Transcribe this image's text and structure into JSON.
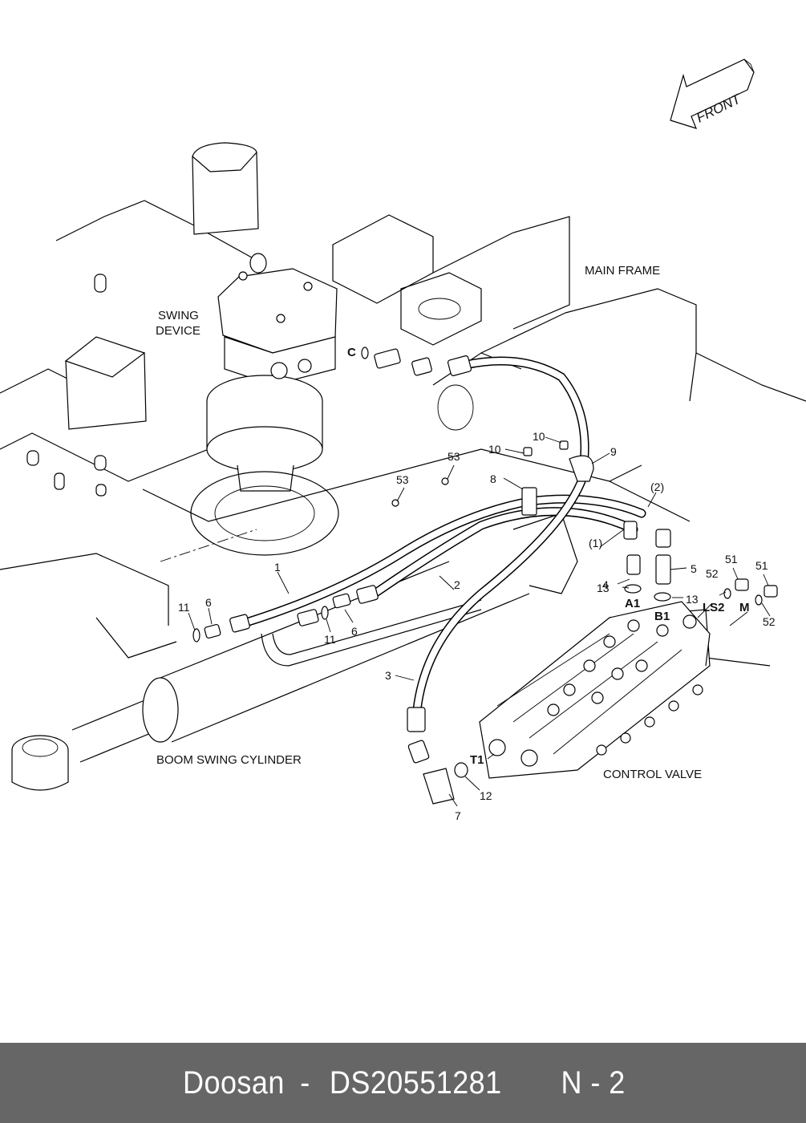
{
  "diagram": {
    "title_labels": {
      "front_arrow": "FRONT",
      "main_frame": "MAIN FRAME",
      "swing_device_line1": "SWING",
      "swing_device_line2": "DEVICE",
      "boom_swing_cylinder": "BOOM SWING CYLINDER",
      "control_valve": "CONTROL VALVE"
    },
    "port_labels": {
      "c": "C",
      "a1": "A1",
      "b1": "B1",
      "ls2": "LS2",
      "m": "M",
      "t1": "T1"
    },
    "callouts": {
      "hose_1": "1",
      "hose_2": "2",
      "hose_3": "3",
      "adapter_4": "4",
      "adapter_5": "5",
      "adapter_6_left": "6",
      "adapter_6_right": "6",
      "elbow_7": "7",
      "clamp_8": "8",
      "clamp_9": "9",
      "bolt_10_left": "10",
      "bolt_10_right": "10",
      "oring_11_left": "11",
      "oring_11_right": "11",
      "oring_12": "12",
      "oring_13_left": "13",
      "oring_13_right": "13",
      "plug_51_left": "51",
      "plug_51_right": "51",
      "oring_52_left": "52",
      "oring_52_right": "52",
      "nut_53_left": "53",
      "nut_53_right": "53",
      "sub_1": "(1)",
      "sub_2": "(2)"
    }
  },
  "footer": {
    "brand": "Doosan",
    "separator": " - ",
    "part_number": "DS20551281",
    "gap": "     ",
    "page": "N - 2"
  }
}
